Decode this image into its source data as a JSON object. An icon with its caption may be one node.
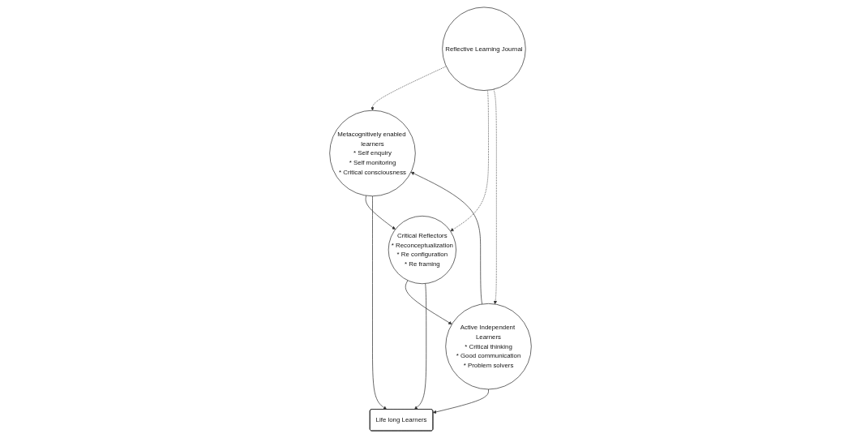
{
  "diagram": {
    "nodes": [
      {
        "text": [
          "Metacognitively enabled learners",
          "* Self enquiry",
          "* Self monitoring",
          "* Critical consciousness"
        ]
      },
      {
        "text": [
          "Critical Reflectors",
          "* Reconceptualization",
          "* Re configuration",
          "* Re framing"
        ]
      },
      {
        "text": [
          "Reflective Learning Journal"
        ]
      },
      {
        "text": [
          "Active Independent Learners",
          "* Critical thinking",
          "* Good communication",
          "* Problem solvers"
        ]
      },
      {
        "text": [
          "Life long Learners"
        ]
      }
    ],
    "edges": [
      {
        "from": 0,
        "to": 1,
        "arrow": "to"
      },
      {
        "from": 1,
        "to": 3,
        "arrow": "to"
      },
      {
        "from": 3,
        "to": 0,
        "arrow": "to"
      },
      {
        "from": 2,
        "to": 0,
        "arrow": "to",
        "style": "dashed"
      },
      {
        "from": 2,
        "to": 1,
        "arrow": "to",
        "style": "dashed"
      },
      {
        "from": 2,
        "to": 3,
        "arrow": "to",
        "style": "dashed"
      },
      {
        "from": 3,
        "to": 4,
        "arrow": "to"
      },
      {
        "from": 0,
        "to": 4,
        "arrow": "to"
      },
      {
        "from": 1,
        "to": 4,
        "arrow": "to"
      }
    ]
  }
}
